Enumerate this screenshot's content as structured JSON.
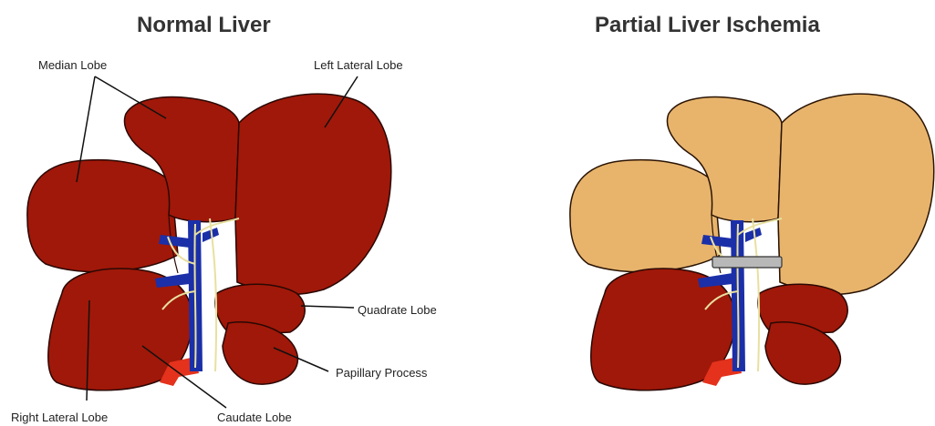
{
  "diagram": {
    "normal_title": "Normal Liver",
    "ischemia_title": "Partial Liver Ischemia",
    "labels": {
      "median_lobe": "Median Lobe",
      "left_lateral_lobe": "Left Lateral Lobe",
      "quadrate_lobe": "Quadrate Lobe",
      "papillary_process": "Papillary Process",
      "right_lateral_lobe": "Right Lateral Lobe",
      "caudate_lobe": "Caudate Lobe"
    },
    "colors": {
      "perfused_lobe": "#a01809",
      "ischemic_lobe": "#e8b46c",
      "portal_vein": "#1b2fa8",
      "bile_duct": "#e8e0a0",
      "artery": "#e4321c",
      "clamp": "#b8b8b8"
    }
  }
}
